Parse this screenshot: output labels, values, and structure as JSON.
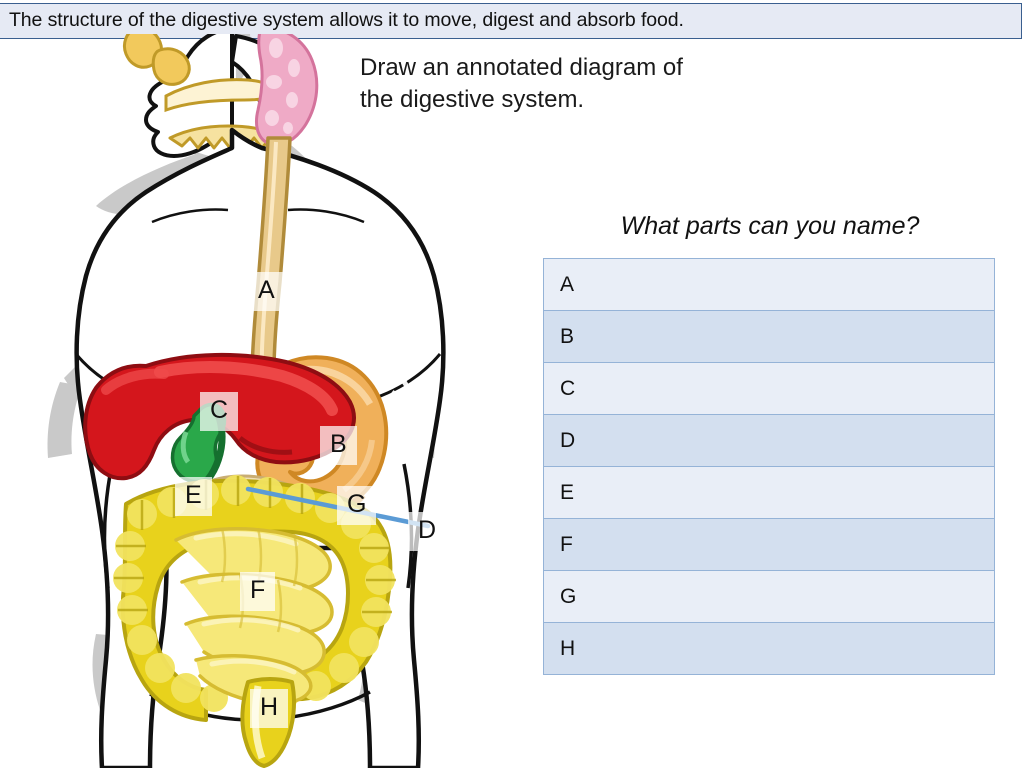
{
  "header": {
    "banner_text": "The structure of the digestive system allows it to move, digest and absorb food.",
    "background_color": "#e6eaf4",
    "border_color": "#3a5f8f"
  },
  "instruction": {
    "line1": "Draw an annotated diagram of",
    "line2": "the digestive system."
  },
  "question": {
    "prompt": "What parts can you name?"
  },
  "answer_table": {
    "row_color_odd": "#e9eef7",
    "row_color_even": "#d3dfef",
    "border_color": "#95b3d7",
    "rows": [
      {
        "letter": "A",
        "answer": ""
      },
      {
        "letter": "B",
        "answer": ""
      },
      {
        "letter": "C",
        "answer": ""
      },
      {
        "letter": "D",
        "answer": ""
      },
      {
        "letter": "E",
        "answer": ""
      },
      {
        "letter": "F",
        "answer": ""
      },
      {
        "letter": "G",
        "answer": ""
      },
      {
        "letter": "H",
        "answer": ""
      }
    ]
  },
  "diagram": {
    "title": "digestive-system-diagram",
    "labels": [
      {
        "id": "A",
        "text": "A"
      },
      {
        "id": "B",
        "text": "B"
      },
      {
        "id": "C",
        "text": "C"
      },
      {
        "id": "D",
        "text": "D"
      },
      {
        "id": "E",
        "text": "E"
      },
      {
        "id": "F",
        "text": "F"
      },
      {
        "id": "G",
        "text": "G"
      },
      {
        "id": "H",
        "text": "H"
      }
    ],
    "colors": {
      "body_outline": "#111111",
      "body_fill": "#ffffff",
      "body_shading": "#c9c9c9",
      "esophagus": "#e8c98a",
      "esophagus_outline": "#b08b3a",
      "liver": "#d4161c",
      "liver_highlight": "#ef4b4b",
      "stomach": "#f0b05a",
      "stomach_outline": "#d08a2a",
      "gallbladder": "#2aa84a",
      "pancreas": "#f0e0b8",
      "large_intestine": "#e8d21c",
      "small_intestine": "#f6e879",
      "tongue_gland": "#f2c95c",
      "throat_tissue": "#efaac6",
      "leader_line": "#5b9bd5"
    }
  }
}
